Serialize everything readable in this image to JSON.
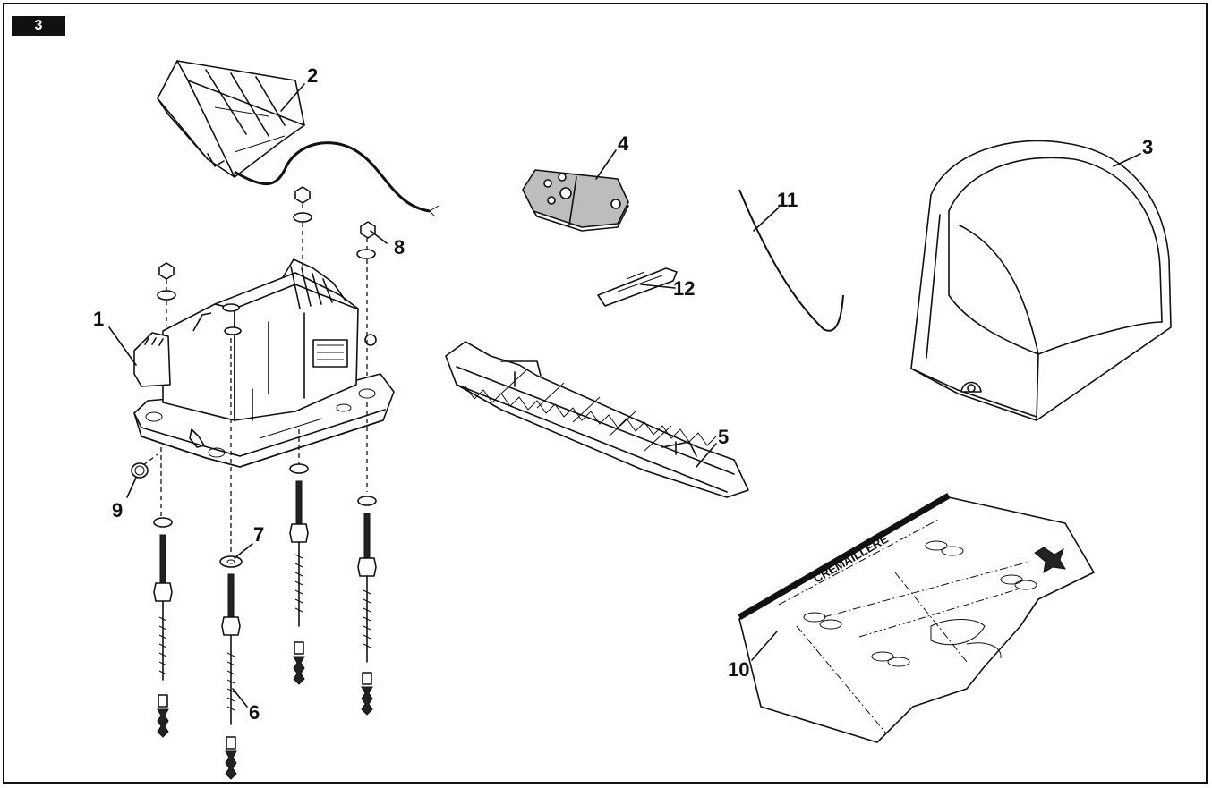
{
  "figure": {
    "badge": "3"
  },
  "callouts": {
    "n1": "1",
    "n2": "2",
    "n3": "3",
    "n4": "4",
    "n5": "5",
    "n6": "6",
    "n7": "7",
    "n8": "8",
    "n9": "9",
    "n10": "10",
    "n11": "11",
    "n12": "12"
  },
  "template_sheet": {
    "stamp": "CREMAILLERE"
  }
}
